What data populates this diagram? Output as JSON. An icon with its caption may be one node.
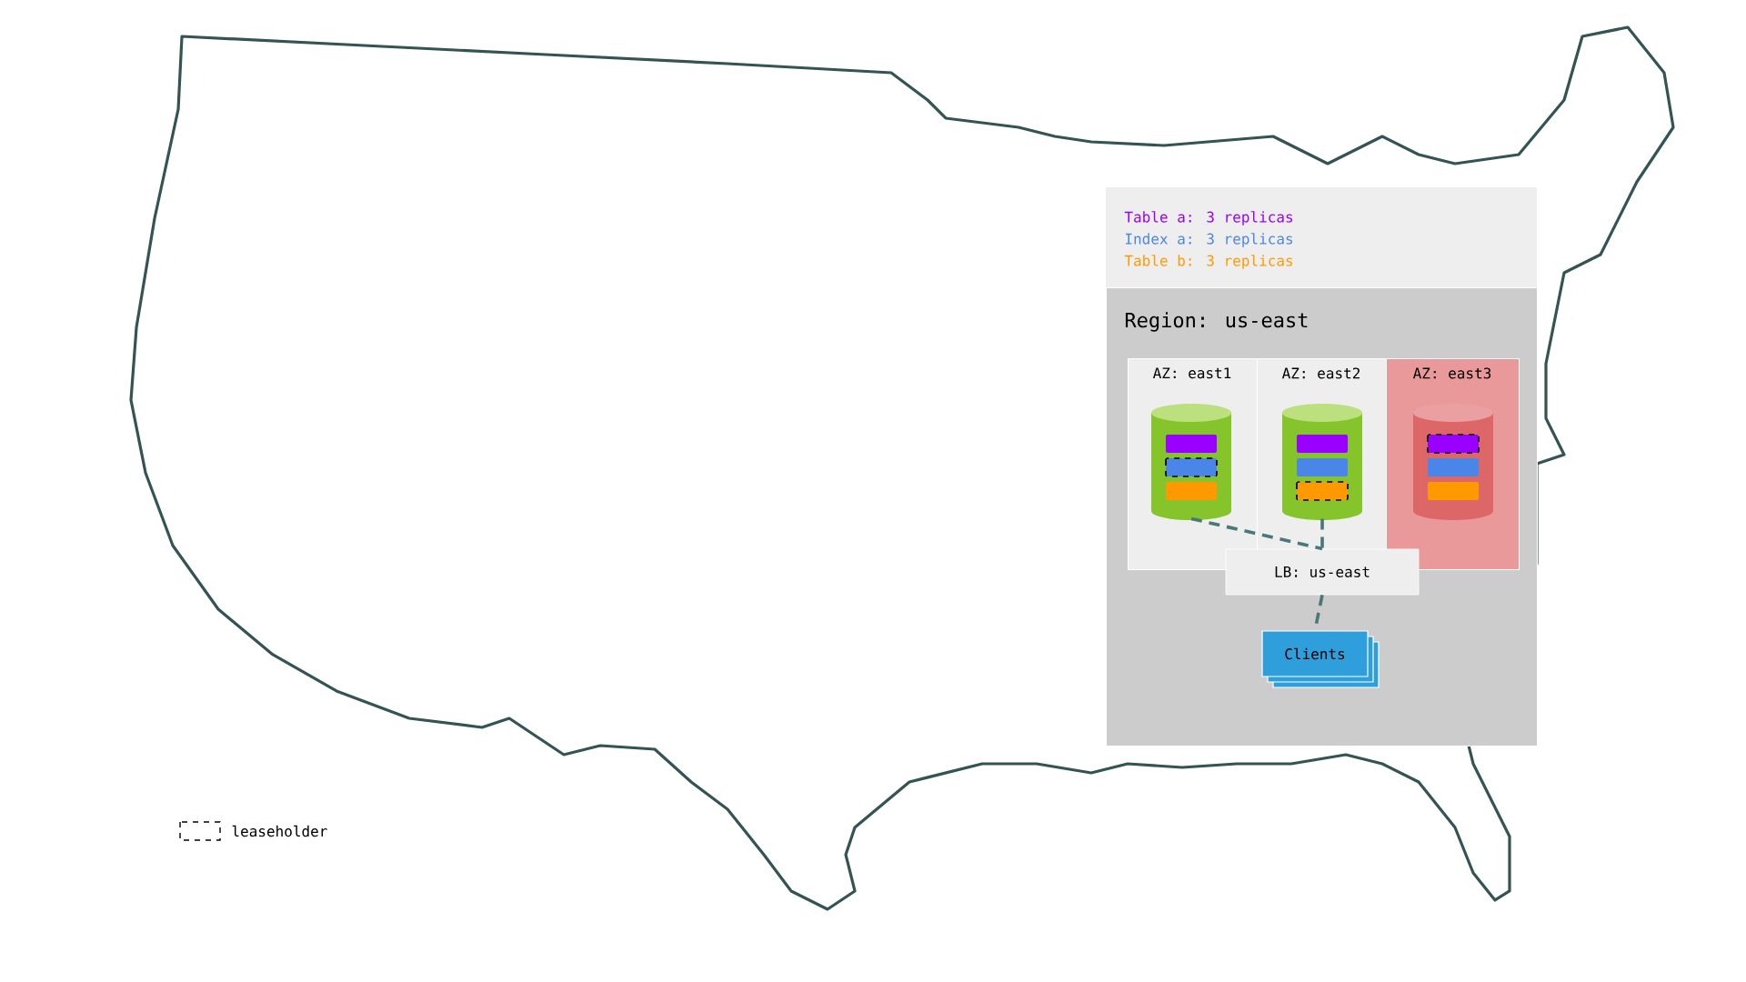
{
  "diagram": {
    "nodes": [
      {
        "text": [
          "Region: us-east"
        ]
      },
      {
        "text": [
          "AZ: east1"
        ],
        "in": 0
      },
      {
        "text": [
          "AZ: east2"
        ],
        "in": 0
      },
      {
        "text": [
          "AZ: east3"
        ],
        "in": 0
      },
      {
        "text": [],
        "shape": "cylinder",
        "in": 1
      },
      {
        "text": [],
        "shape": "cylinder",
        "in": 2
      },
      {
        "text": [],
        "shape": "cylinder",
        "in": 3
      },
      {
        "text": [
          "LB: us-east"
        ],
        "in": 0
      },
      {
        "text": [
          "Clients"
        ],
        "in": 0
      }
    ],
    "edges": [
      {
        "from": 4,
        "to": 7,
        "arrow": "none",
        "style": "dashed"
      },
      {
        "from": 5,
        "to": 7,
        "arrow": "none",
        "style": "dashed"
      },
      {
        "from": 7,
        "to": 8,
        "arrow": "none",
        "style": "dashed"
      }
    ],
    "labels": [
      "Table a: 3 replicas",
      "Index a: 3 replicas",
      "Table b: 3 replicas"
    ],
    "legend": [
      {
        "text": "leaseholder"
      }
    ]
  }
}
